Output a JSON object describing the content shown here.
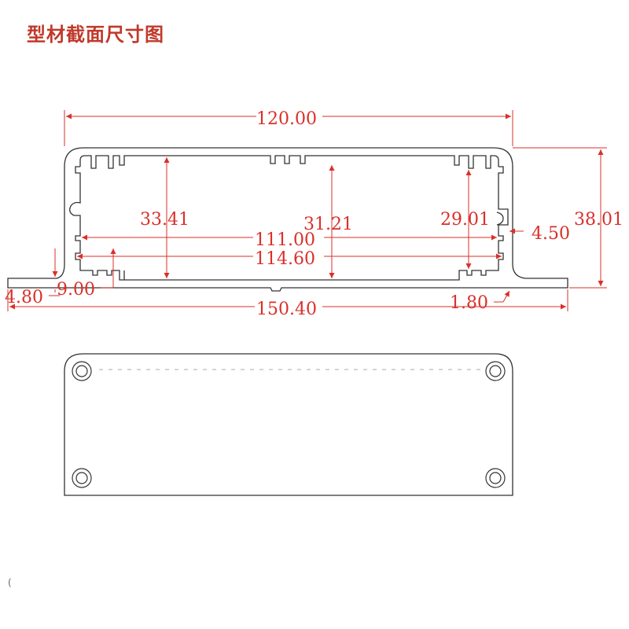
{
  "title": "型材截面尺寸图",
  "colors": {
    "dimension": "#d9302a",
    "outline": "#333333",
    "title": "#c0392b"
  },
  "dimensions": {
    "overall_inner_width": "120.00",
    "cavity_height_left": "33.41",
    "cavity_height_center": "31.21",
    "cavity_height_right": "29.01",
    "slot_width": "4.50",
    "overall_height": "38.01",
    "inner_span_a": "111.00",
    "inner_span_b": "114.60",
    "flange_thickness": "4.80",
    "flange_height": "9.00",
    "overall_width": "150.40",
    "wall_thickness": "1.80"
  },
  "stray_mark": "("
}
